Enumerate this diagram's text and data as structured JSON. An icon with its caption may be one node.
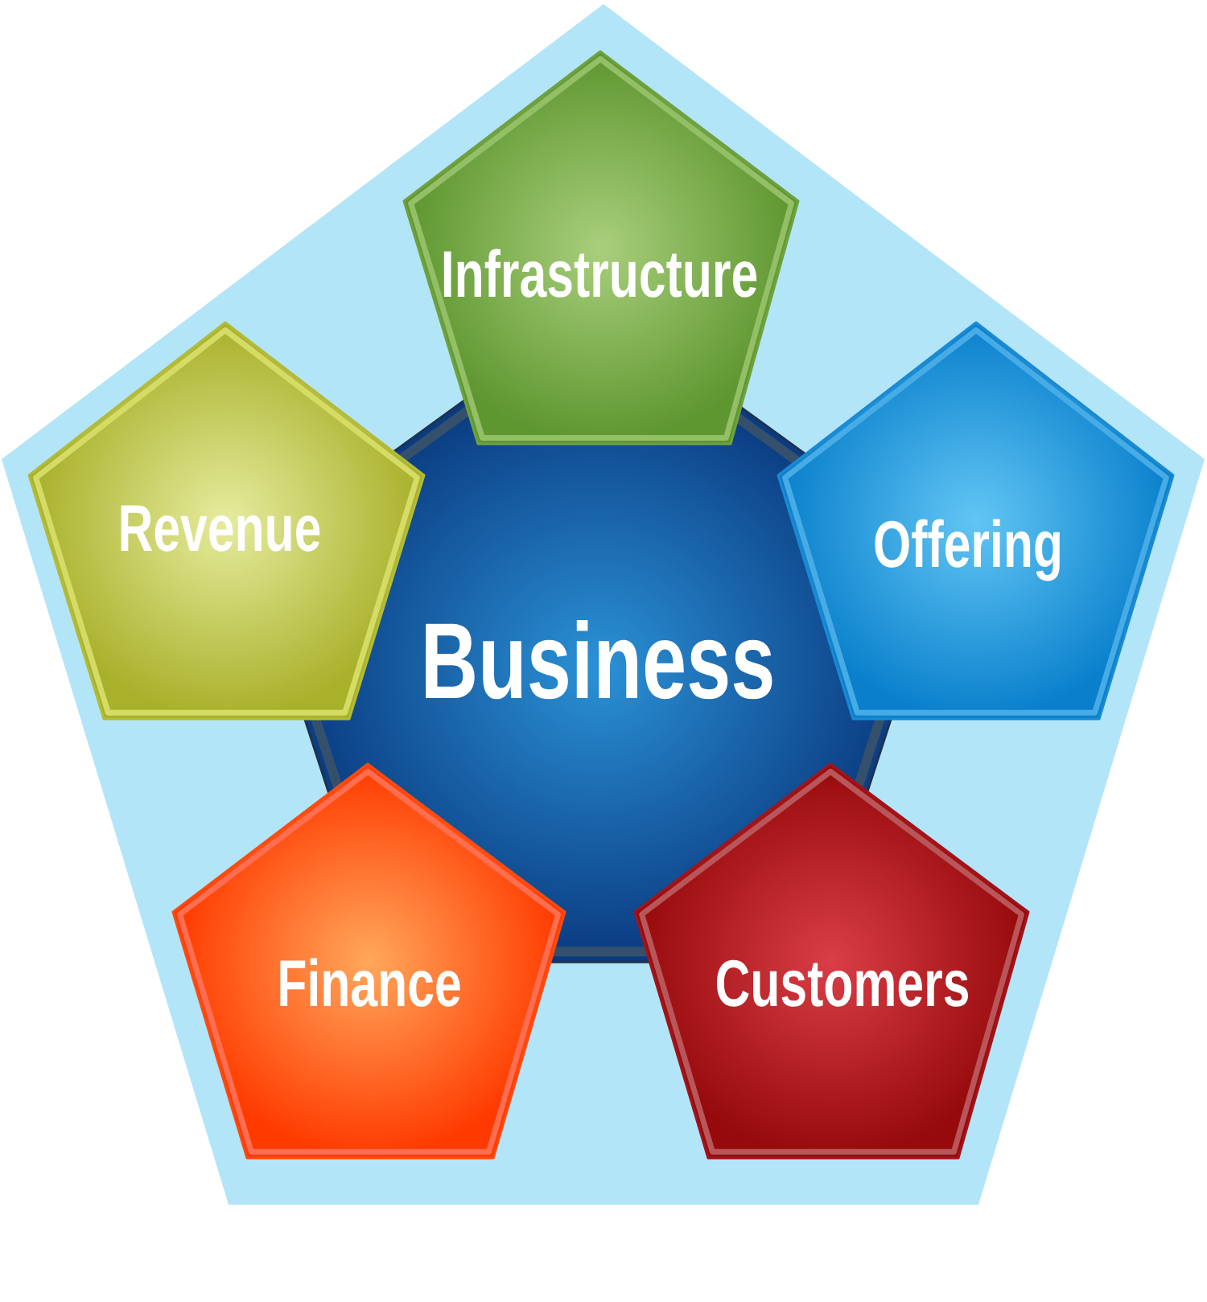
{
  "diagram": {
    "nodes": [
      {
        "text": [],
        "shape": "pentagon"
      },
      {
        "text": [
          "Infrastructure"
        ],
        "in": 0
      },
      {
        "text": [
          "Revenue"
        ],
        "in": 0
      },
      {
        "text": [
          "Offering"
        ],
        "in": 0
      },
      {
        "text": [
          "Business"
        ],
        "in": 0
      },
      {
        "text": [
          "Finance"
        ],
        "in": 0
      },
      {
        "text": [
          "Customers"
        ],
        "in": 0
      }
    ]
  }
}
